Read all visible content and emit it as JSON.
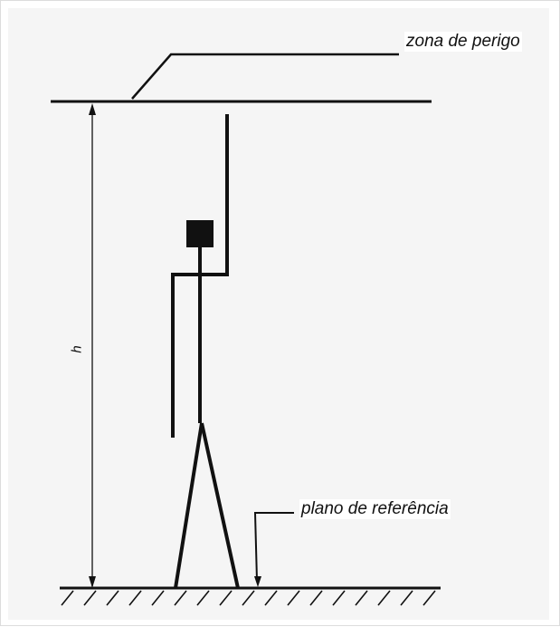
{
  "diagram": {
    "labels": {
      "danger_zone": "zona de perigo",
      "reference_plane": "plano de referência",
      "height": "h"
    },
    "colors": {
      "ink": "#111111",
      "background": "#f5f5f5"
    }
  }
}
